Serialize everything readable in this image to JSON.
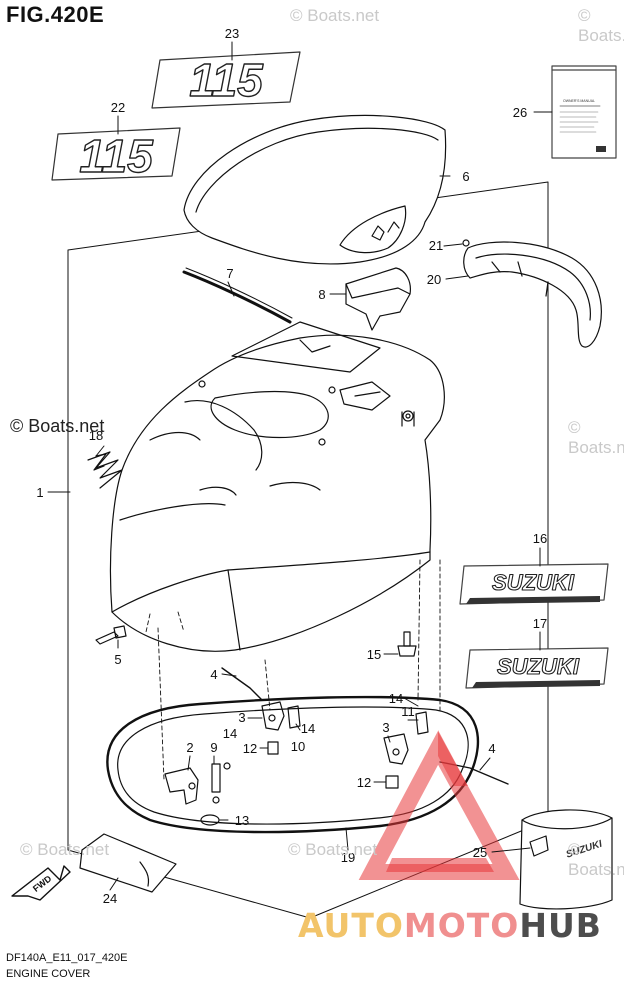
{
  "figure_title": "FIG.420E",
  "drawing_code": "DF140A_E11_017_420E",
  "section_name": "ENGINE COVER",
  "decal_model_number": "115",
  "decal_brand": "SUZUKI",
  "manual_cover_title": "OWNER'S MANUAL",
  "bag_logo": "SUZUKI",
  "fwd_label": "FWD",
  "watermark_text": "© Boats.net",
  "brand_watermark": {
    "part1": "AUTO",
    "part2": "MOTO",
    "part3": "HUB"
  },
  "colors": {
    "line": "#111111",
    "watermark_red": "#e8383b",
    "brand_yellow": "#f2c46a",
    "brand_red": "#f08f8f",
    "brand_gray": "#4d4d4d"
  },
  "callouts": [
    {
      "id": "c23",
      "label": "23"
    },
    {
      "id": "c22",
      "label": "22"
    },
    {
      "id": "c26",
      "label": "26"
    },
    {
      "id": "c6",
      "label": "6"
    },
    {
      "id": "c21",
      "label": "21"
    },
    {
      "id": "c20",
      "label": "20"
    },
    {
      "id": "c7",
      "label": "7"
    },
    {
      "id": "c8",
      "label": "8"
    },
    {
      "id": "c18",
      "label": "18"
    },
    {
      "id": "c1",
      "label": "1"
    },
    {
      "id": "c16",
      "label": "16"
    },
    {
      "id": "c17",
      "label": "17"
    },
    {
      "id": "c15",
      "label": "15"
    },
    {
      "id": "c5",
      "label": "5"
    },
    {
      "id": "c4a",
      "label": "4"
    },
    {
      "id": "c14a",
      "label": "14"
    },
    {
      "id": "c11",
      "label": "11"
    },
    {
      "id": "c3a",
      "label": "3"
    },
    {
      "id": "c14b",
      "label": "14"
    },
    {
      "id": "c10",
      "label": "10"
    },
    {
      "id": "c12a",
      "label": "12"
    },
    {
      "id": "c2",
      "label": "2"
    },
    {
      "id": "c9",
      "label": "9"
    },
    {
      "id": "c14c",
      "label": "14"
    },
    {
      "id": "c3b",
      "label": "3"
    },
    {
      "id": "c4b",
      "label": "4"
    },
    {
      "id": "c12b",
      "label": "12"
    },
    {
      "id": "c13",
      "label": "13"
    },
    {
      "id": "c19",
      "label": "19"
    },
    {
      "id": "c25",
      "label": "25"
    },
    {
      "id": "c24",
      "label": "24"
    }
  ]
}
